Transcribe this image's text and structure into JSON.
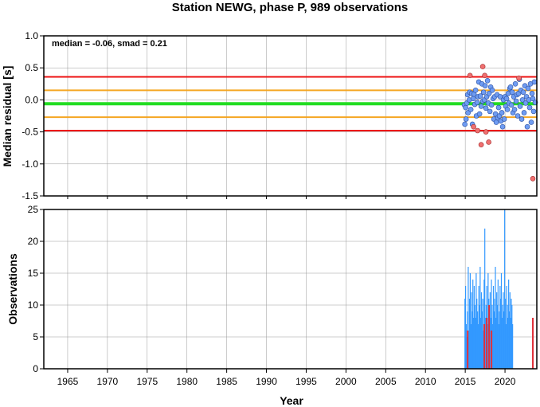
{
  "title": "Station NEWG, phase P, 989 observations",
  "colors": {
    "outer_limit": "#ee1111",
    "inner_limit": "#f5a623",
    "median_line": "#22dd22",
    "point_good": "#6f9cf2",
    "point_outlier": "#f07070",
    "bar_main": "#3399ff",
    "bar_red": "#e0303a"
  },
  "chart_data": [
    {
      "type": "scatter",
      "ylabel": "Median residual [s]",
      "annotation": "median = -0.06, smad = 0.21",
      "xlim": [
        1962,
        2024
      ],
      "ylim": [
        -1.5,
        1.0
      ],
      "xticks": [
        1965,
        1970,
        1975,
        1980,
        1985,
        1990,
        1995,
        2000,
        2005,
        2010,
        2015,
        2020
      ],
      "yticks": [
        1.0,
        0.5,
        0.0,
        -0.5,
        -1.0,
        -1.5
      ],
      "ytick_labels": [
        "1.0",
        "0.5",
        "0.0",
        "-0.5",
        "-1.0",
        "-1.5"
      ],
      "grid": true,
      "hlines": [
        {
          "y": 0.36,
          "role": "outer_limit"
        },
        {
          "y": 0.15,
          "role": "inner_limit"
        },
        {
          "y": -0.06,
          "role": "median_line"
        },
        {
          "y": -0.27,
          "role": "inner_limit"
        },
        {
          "y": -0.48,
          "role": "outer_limit"
        }
      ],
      "points_good": [
        [
          2014.9,
          -0.08
        ],
        [
          2014.95,
          -0.38
        ],
        [
          2015.05,
          -0.12
        ],
        [
          2015.1,
          -0.3
        ],
        [
          2015.2,
          -0.05
        ],
        [
          2015.3,
          0.08
        ],
        [
          2015.35,
          -0.2
        ],
        [
          2015.5,
          0.0
        ],
        [
          2015.55,
          0.12
        ],
        [
          2015.7,
          -0.15
        ],
        [
          2015.8,
          0.1
        ],
        [
          2015.9,
          -0.38
        ],
        [
          2016.0,
          0.02
        ],
        [
          2016.1,
          0.09
        ],
        [
          2016.2,
          -0.07
        ],
        [
          2016.3,
          0.15
        ],
        [
          2016.4,
          -0.25
        ],
        [
          2016.5,
          -0.04
        ],
        [
          2016.6,
          0.05
        ],
        [
          2016.7,
          0.28
        ],
        [
          2016.8,
          -0.22
        ],
        [
          2016.9,
          0.06
        ],
        [
          2017.0,
          -0.1
        ],
        [
          2017.1,
          0.25
        ],
        [
          2017.2,
          -0.02
        ],
        [
          2017.3,
          0.12
        ],
        [
          2017.4,
          0.0
        ],
        [
          2017.5,
          0.22
        ],
        [
          2017.6,
          -0.13
        ],
        [
          2017.7,
          0.05
        ],
        [
          2017.8,
          0.3
        ],
        [
          2017.9,
          -0.05
        ],
        [
          2018.0,
          0.1
        ],
        [
          2018.1,
          -0.18
        ],
        [
          2018.2,
          0.2
        ],
        [
          2018.3,
          -0.08
        ],
        [
          2018.4,
          0.15
        ],
        [
          2018.5,
          0.02
        ],
        [
          2018.6,
          -0.3
        ],
        [
          2018.7,
          0.05
        ],
        [
          2018.8,
          -0.22
        ],
        [
          2018.9,
          -0.35
        ],
        [
          2019.0,
          0.08
        ],
        [
          2019.1,
          -0.28
        ],
        [
          2019.2,
          -0.12
        ],
        [
          2019.3,
          -0.25
        ],
        [
          2019.4,
          0.05
        ],
        [
          2019.5,
          -0.33
        ],
        [
          2019.6,
          -0.2
        ],
        [
          2019.7,
          -0.42
        ],
        [
          2019.8,
          0.0
        ],
        [
          2019.9,
          -0.3
        ],
        [
          2020.0,
          0.05
        ],
        [
          2020.1,
          -0.1
        ],
        [
          2020.2,
          0.02
        ],
        [
          2020.3,
          -0.15
        ],
        [
          2020.4,
          0.1
        ],
        [
          2020.5,
          -0.05
        ],
        [
          2020.6,
          0.18
        ],
        [
          2020.7,
          0.2
        ],
        [
          2020.8,
          -0.08
        ],
        [
          2020.9,
          0.12
        ],
        [
          2021.0,
          -0.2
        ],
        [
          2021.1,
          0.05
        ],
        [
          2021.2,
          -0.15
        ],
        [
          2021.3,
          0.25
        ],
        [
          2021.4,
          -0.02
        ],
        [
          2021.5,
          0.08
        ],
        [
          2021.6,
          -0.25
        ],
        [
          2021.7,
          0.1
        ],
        [
          2021.8,
          0.32
        ],
        [
          2021.9,
          -0.1
        ],
        [
          2022.0,
          0.15
        ],
        [
          2022.1,
          -0.3
        ],
        [
          2022.2,
          0.0
        ],
        [
          2022.3,
          0.12
        ],
        [
          2022.4,
          -0.2
        ],
        [
          2022.5,
          0.22
        ],
        [
          2022.6,
          -0.05
        ],
        [
          2022.7,
          0.05
        ],
        [
          2022.8,
          -0.42
        ],
        [
          2022.9,
          0.18
        ],
        [
          2023.0,
          0.0
        ],
        [
          2023.1,
          -0.12
        ],
        [
          2023.2,
          0.25
        ],
        [
          2023.3,
          -0.35
        ],
        [
          2023.4,
          0.1
        ],
        [
          2023.5,
          0.02
        ],
        [
          2023.6,
          -0.18
        ],
        [
          2023.7,
          0.28
        ],
        [
          2023.8,
          -0.04
        ]
      ],
      "points_outlier": [
        [
          2015.6,
          0.38
        ],
        [
          2016.05,
          -0.42
        ],
        [
          2016.55,
          -0.48
        ],
        [
          2017.0,
          -0.7
        ],
        [
          2017.2,
          0.52
        ],
        [
          2017.45,
          0.38
        ],
        [
          2017.6,
          -0.5
        ],
        [
          2017.95,
          -0.66
        ],
        [
          2021.75,
          0.34
        ],
        [
          2023.5,
          -1.23
        ]
      ]
    },
    {
      "type": "bar",
      "xlabel": "Year",
      "ylabel": "Observations",
      "xlim": [
        1962,
        2024
      ],
      "ylim": [
        0,
        25
      ],
      "xticks": [
        1965,
        1970,
        1975,
        1980,
        1985,
        1990,
        1995,
        2000,
        2005,
        2010,
        2015,
        2020
      ],
      "yticks": [
        0,
        5,
        10,
        15,
        20,
        25
      ],
      "grid": true,
      "start_year": 2014.9,
      "bin_width_years": 0.0833,
      "counts": [
        11,
        13,
        7,
        5,
        9,
        16,
        6,
        11,
        15,
        7,
        12,
        9,
        14,
        8,
        13,
        10,
        8,
        15,
        11,
        9,
        7,
        13,
        10,
        16,
        8,
        12,
        9,
        11,
        6,
        14,
        22,
        8,
        10,
        13,
        7,
        15,
        11,
        9,
        12,
        8,
        14,
        10,
        7,
        13,
        9,
        11,
        16,
        8,
        12,
        10,
        14,
        7,
        9,
        13,
        11,
        15,
        8,
        10,
        12,
        9,
        25,
        11,
        7,
        13,
        10,
        8,
        14,
        9,
        12,
        8,
        11,
        10,
        7
      ],
      "red_counts": [
        [
          2015.2,
          6
        ],
        [
          2017.3,
          7
        ],
        [
          2017.6,
          8
        ],
        [
          2017.9,
          10
        ],
        [
          2018.2,
          6
        ],
        [
          2023.4,
          8
        ]
      ]
    }
  ]
}
